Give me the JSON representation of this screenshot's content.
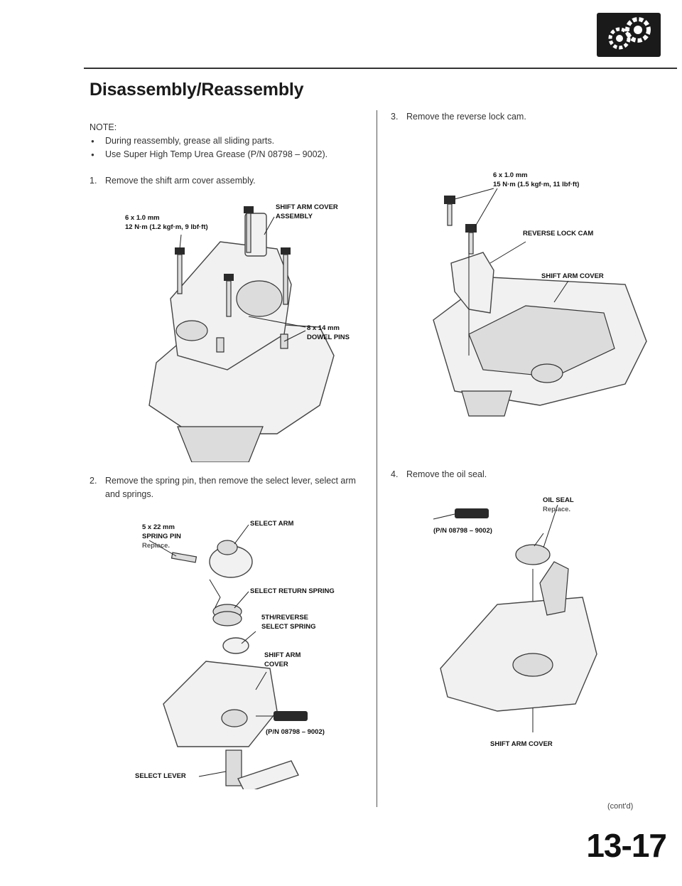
{
  "header": {
    "title": "Disassembly/Reassembly"
  },
  "notes": {
    "label": "NOTE:",
    "items": [
      "During reassembly, grease all sliding parts.",
      "Use Super High Temp Urea Grease (P/N 08798 – 9002)."
    ]
  },
  "steps": [
    {
      "num": "1.",
      "text": "Remove the shift arm cover assembly."
    },
    {
      "num": "2.",
      "text": "Remove the spring pin, then remove the select lever, select arm and springs."
    },
    {
      "num": "3.",
      "text": "Remove the reverse lock cam."
    },
    {
      "num": "4.",
      "text": "Remove the oil seal."
    }
  ],
  "figure1": {
    "bolt_spec_1": "6 x 1.0 mm",
    "bolt_spec_2": "12 N·m (1.2 kgf·m, 9 lbf·ft)",
    "cover_label": "SHIFT ARM COVER",
    "cover_label_2": "ASSEMBLY",
    "pins_label_1": "8 x 14 mm",
    "pins_label_2": "DOWEL PINS"
  },
  "figure2": {
    "pin_1": "5 x 22 mm",
    "pin_2": "SPRING PIN",
    "pin_3": "Replace.",
    "select_arm": "SELECT ARM",
    "return_spring": "SELECT RETURN SPRING",
    "rev_spring_1": "5TH/REVERSE",
    "rev_spring_2": "SELECT SPRING",
    "cover_1": "SHIFT ARM",
    "cover_2": "COVER",
    "grease_pn": "(P/N 08798 – 9002)",
    "select_lever": "SELECT LEVER"
  },
  "figure3": {
    "bolt_spec_1": "6 x 1.0 mm",
    "bolt_spec_2": "15 N·m (1.5 kgf·m, 11 lbf·ft)",
    "reverse_cam": "REVERSE LOCK CAM",
    "cover": "SHIFT ARM COVER"
  },
  "figure4": {
    "seal_1": "OIL SEAL",
    "seal_2": "Replace.",
    "grease_pn": "(P/N 08798 – 9002)",
    "cover": "SHIFT ARM COVER"
  },
  "footer": {
    "contd": "(cont'd)",
    "page_number": "13-17"
  }
}
